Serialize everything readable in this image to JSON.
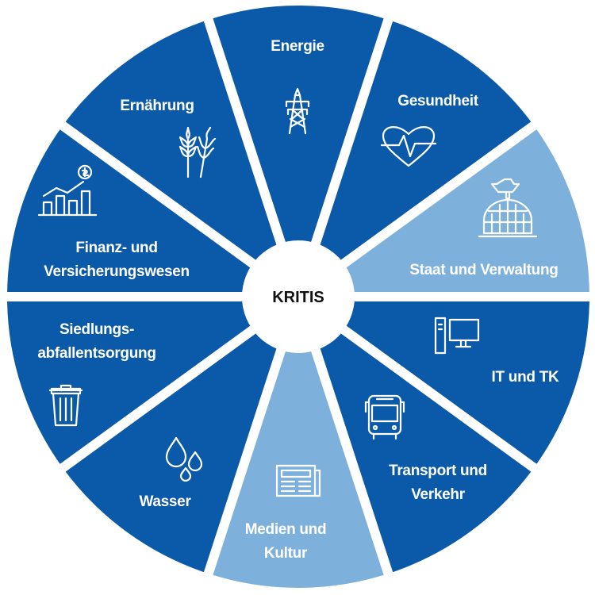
{
  "center_label": "KRITIS",
  "colors": {
    "dark": "#0b5aa9",
    "light": "#7db1dc",
    "separator": "#ffffff"
  },
  "sectors": [
    {
      "lines": [
        "Energie"
      ],
      "icon": "power-pylon-icon",
      "highlight": false
    },
    {
      "lines": [
        "Gesundheit"
      ],
      "icon": "heart-pulse-icon",
      "highlight": false
    },
    {
      "lines": [
        "Staat und Verwaltung"
      ],
      "icon": "eagle-dome-icon",
      "highlight": true
    },
    {
      "lines": [
        "IT und TK"
      ],
      "icon": "computer-icon",
      "highlight": false
    },
    {
      "lines": [
        "Transport und",
        "Verkehr"
      ],
      "icon": "bus-icon",
      "highlight": false
    },
    {
      "lines": [
        "Medien und",
        "Kultur"
      ],
      "icon": "newspaper-icon",
      "highlight": true
    },
    {
      "lines": [
        "Wasser"
      ],
      "icon": "water-drops-icon",
      "highlight": false
    },
    {
      "lines": [
        "Siedlungs-",
        "abfallentsorgung"
      ],
      "icon": "trash-can-icon",
      "highlight": false
    },
    {
      "lines": [
        "Finanz- und",
        "Versicherungswesen"
      ],
      "icon": "finance-chart-icon",
      "highlight": false
    },
    {
      "lines": [
        "Ernährung"
      ],
      "icon": "wheat-icon",
      "highlight": false
    }
  ]
}
